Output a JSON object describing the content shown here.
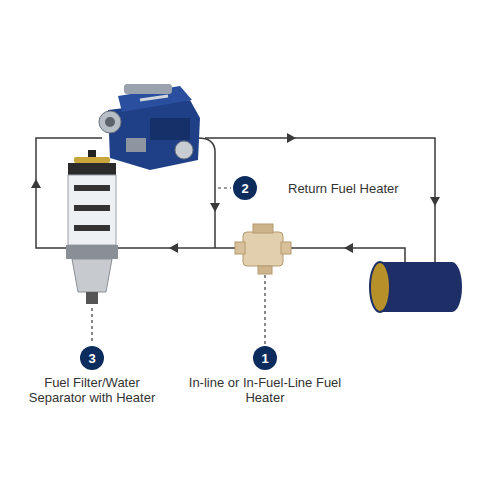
{
  "diagram": {
    "nodes": [
      {
        "text": [
          "2"
        ]
      },
      {
        "text": [
          "3"
        ]
      },
      {
        "text": [
          "1"
        ]
      }
    ],
    "labels": [
      "Return Fuel Heater",
      "Fuel Filter/Water Separator with Heater",
      "In-line or In-Fuel-Line Fuel Heater"
    ]
  }
}
